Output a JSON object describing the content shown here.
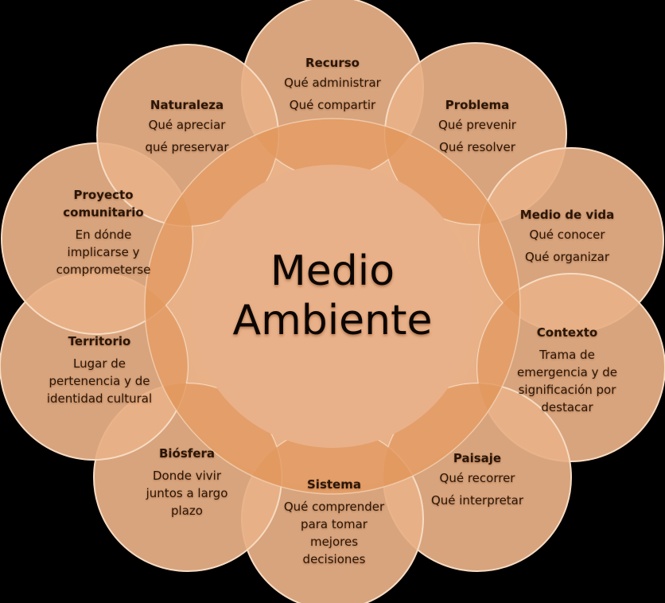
{
  "diagram": {
    "type": "radial-cluster",
    "background_color": "#000000",
    "circle_fill": "#e8b086",
    "overlap_fill": "#e29a63",
    "text_color": "#2a1608",
    "center": {
      "line1": "Medio",
      "line2": "Ambiente"
    },
    "nodes": [
      {
        "id": "recurso",
        "title": "Recurso",
        "lines": [
          "Qué administrar",
          "Qué compartir"
        ]
      },
      {
        "id": "problema",
        "title": "Problema",
        "lines": [
          "Qué prevenir",
          "Qué resolver"
        ]
      },
      {
        "id": "medio-de-vida",
        "title": "Medio de vida",
        "lines": [
          "Qué conocer",
          "Qué organizar"
        ]
      },
      {
        "id": "contexto",
        "title": "Contexto",
        "lines": [
          "Trama de",
          "emergencia y de",
          "significación por",
          "destacar"
        ]
      },
      {
        "id": "paisaje",
        "title": "Paisaje",
        "lines": [
          "Qué recorrer",
          "Qué interpretar"
        ]
      },
      {
        "id": "sistema",
        "title": "Sistema",
        "lines": [
          "Qué comprender",
          "para tomar",
          "mejores",
          "decisiones"
        ]
      },
      {
        "id": "biosfera",
        "title": "Biósfera",
        "lines": [
          "Donde vivir",
          "juntos a largo",
          "plazo"
        ]
      },
      {
        "id": "territorio",
        "title": "Territorio",
        "lines": [
          "Lugar de",
          "pertenencia y de",
          "identidad cultural"
        ]
      },
      {
        "id": "proyecto-comunitario",
        "title_lines": [
          "Proyecto",
          "comunitario"
        ],
        "lines": [
          "En dónde",
          "implicarse y",
          "comprometerse"
        ]
      },
      {
        "id": "naturaleza",
        "title": "Naturaleza",
        "lines": [
          "Qué apreciar",
          "qué preservar"
        ]
      }
    ]
  }
}
